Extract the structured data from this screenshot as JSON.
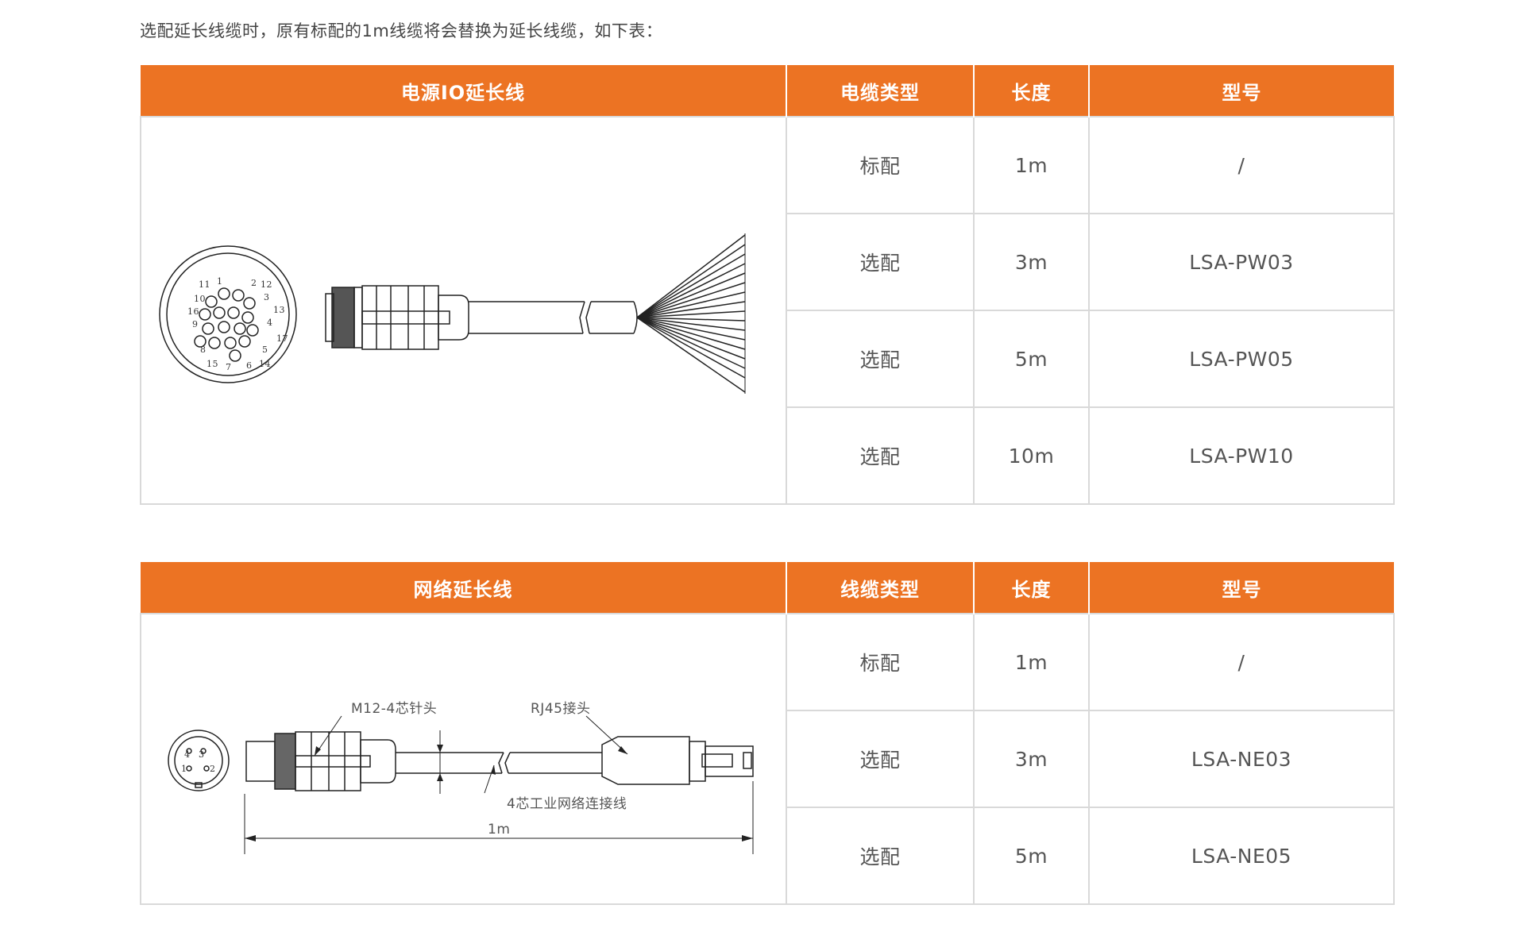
{
  "intro": "选配延长线缆时，原有标配的1m线缆将会替换为延长线缆，如下表：",
  "power_table": {
    "headers": [
      "电源IO延长线",
      "电缆类型",
      "长度",
      "型号"
    ],
    "rows": [
      {
        "type": "标配",
        "length": "1m",
        "model": "/"
      },
      {
        "type": "选配",
        "length": "3m",
        "model": "LSA-PW03"
      },
      {
        "type": "选配",
        "length": "5m",
        "model": "LSA-PW05"
      },
      {
        "type": "选配",
        "length": "10m",
        "model": "LSA-PW10"
      }
    ],
    "pin_labels": [
      "11",
      "1",
      "2",
      "12",
      "10",
      "3",
      "16",
      "13",
      "9",
      "4",
      "17",
      "8",
      "5",
      "15",
      "7",
      "6",
      "14"
    ]
  },
  "network_table": {
    "headers": [
      "网络延长线",
      "线缆类型",
      "长度",
      "型号"
    ],
    "rows": [
      {
        "type": "标配",
        "length": "1m",
        "model": "/"
      },
      {
        "type": "选配",
        "length": "3m",
        "model": "LSA-NE03"
      },
      {
        "type": "选配",
        "length": "5m",
        "model": "LSA-NE05"
      }
    ],
    "diagram": {
      "connector_label": "M12-4芯针头",
      "rj45_label": "RJ45接头",
      "cable_label": "4芯工业网络连接线",
      "length_label": "1m",
      "pin_labels": [
        "4",
        "3",
        "1",
        "2"
      ]
    }
  },
  "colors": {
    "header_bg": "#ec7323",
    "header_text": "#ffffff",
    "border": "#d9d9d9"
  }
}
